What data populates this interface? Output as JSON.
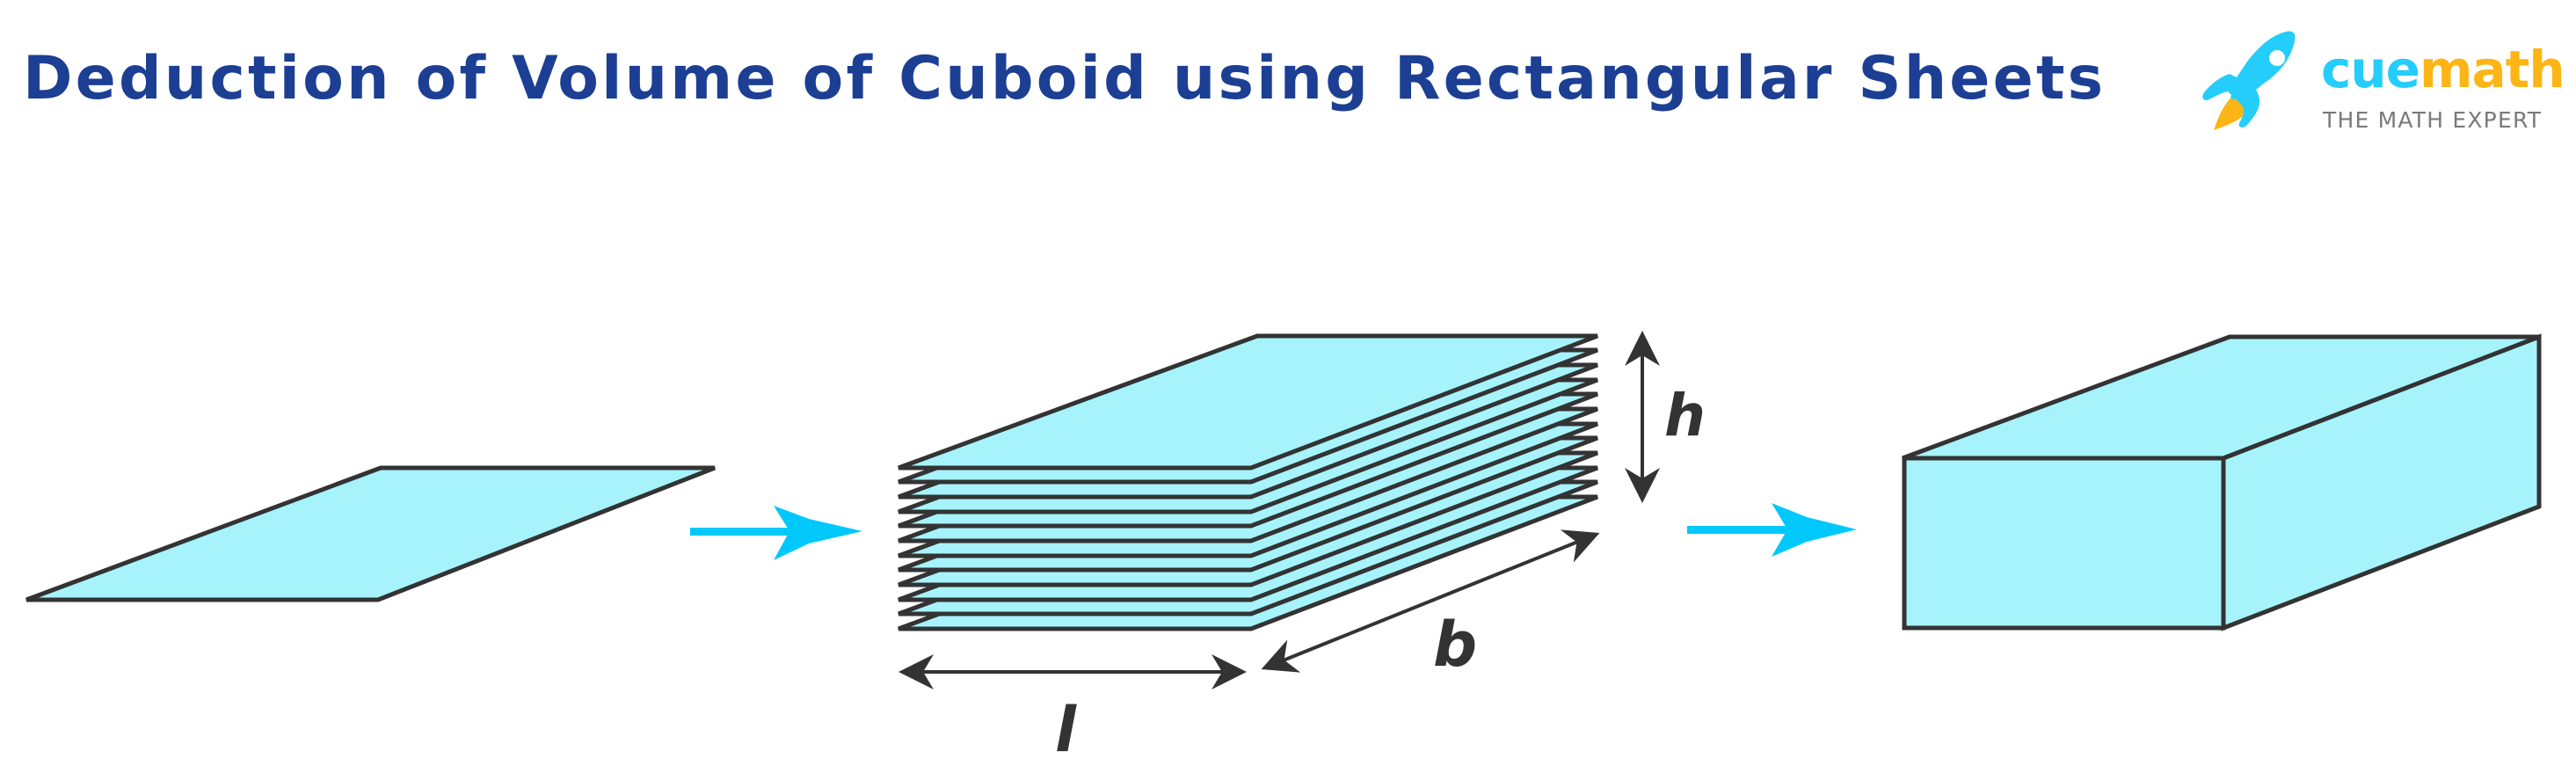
{
  "title": "Deduction of Volume of Cuboid using Rectangular Sheets",
  "logo": {
    "brand_part1": "cue",
    "brand_part2": "math",
    "tagline": "THE MATH EXPERT",
    "icon": "rocket-icon"
  },
  "labels": {
    "length": "l",
    "breadth": "b",
    "height": "h"
  },
  "diagram": {
    "stages": [
      "single-sheet",
      "stacked-sheets",
      "cuboid"
    ],
    "sheet_count": 12
  },
  "colors": {
    "title": "#1c3f94",
    "fill": "#a6f3fc",
    "stroke": "#333333",
    "arrow": "#00c8fb",
    "brand_blue": "#24cdfb",
    "brand_orange": "#fdb515",
    "tagline": "#7a7a7a"
  }
}
